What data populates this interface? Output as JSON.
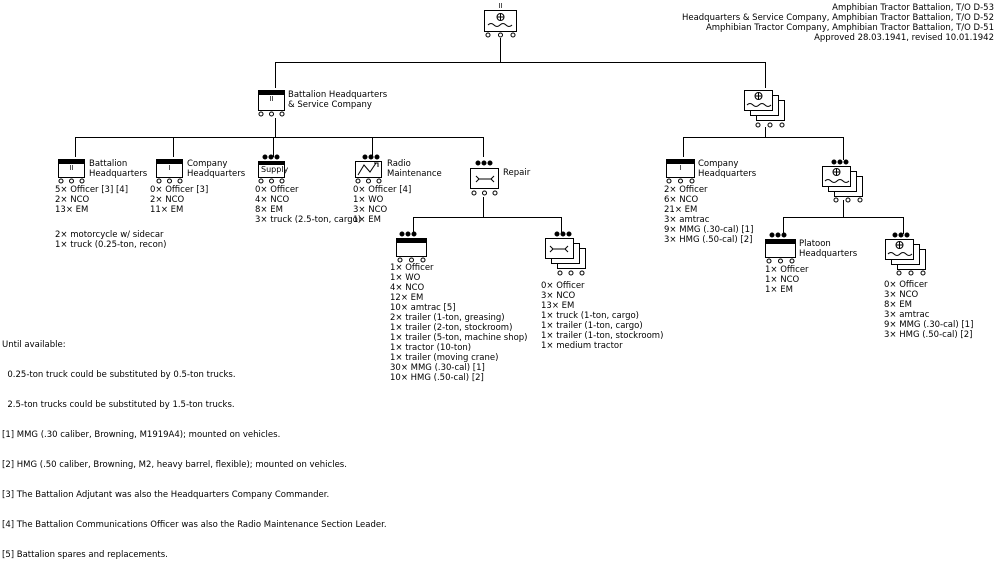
{
  "header": {
    "lines": [
      "Amphibian Tractor Battalion, T/O D-53",
      "Headquarters & Service Company, Amphibian Tractor Battalion, T/O D-52",
      "Amphibian Tractor Company, Amphibian Tractor Battalion, T/O D-51",
      "Approved 28.03.1941, revised 10.01.1942"
    ]
  },
  "units": {
    "bn_hq_svc": {
      "label": [
        "Battalion Headquarters",
        "& Service Company"
      ],
      "size": "II"
    },
    "bn_hq": {
      "label": [
        "Battalion",
        "Headquarters"
      ],
      "size": "II",
      "personnel": [
        "5× Officer [3] [4]",
        "2× NCO",
        "13× EM"
      ],
      "vehicles": [
        "2× motorcycle w/ sidecar",
        "1× truck (0.25-ton, recon)"
      ]
    },
    "co_hq": {
      "label": [
        "Company",
        "Headquarters"
      ],
      "size": "I",
      "personnel": [
        "0× Officer [3]",
        "2× NCO",
        "11× EM"
      ]
    },
    "supply": {
      "label": [
        "Supply"
      ],
      "personnel": [
        "0× Officer",
        "4× NCO",
        "8× EM",
        "3× truck (2.5-ton, cargo)"
      ]
    },
    "radio": {
      "label": [
        "Radio",
        "Maintenance"
      ],
      "personnel": [
        "0× Officer [4]",
        "1× WO",
        "3× NCO",
        "1× EM"
      ]
    },
    "repair": {
      "label": [
        "Repair"
      ]
    },
    "repair_hq": {
      "personnel": [
        "1× Officer",
        "1× WO",
        "4× NCO",
        "12× EM",
        "10× amtrac [5]",
        "2× trailer (1-ton, greasing)",
        "1× trailer (2-ton, stockroom)",
        "1× trailer (5-ton, machine shop)",
        "1× tractor (10-ton)",
        "1× trailer (moving crane)",
        "30× MMG (.30-cal) [1]",
        "10× HMG (.50-cal) [2]"
      ]
    },
    "repair_sec": {
      "personnel": [
        "0× Officer",
        "3× NCO",
        "13× EM",
        "1× truck (1-ton, cargo)",
        "1× trailer (1-ton, cargo)",
        "1× trailer (1-ton, stockroom)",
        "1× medium tractor"
      ]
    },
    "amtrac_co_hq": {
      "label": [
        "Company",
        "Headquarters"
      ],
      "size": "I",
      "personnel": [
        "2× Officer",
        "6× NCO",
        "21× EM",
        "3× amtrac",
        "9× MMG (.30-cal) [1]",
        "3× HMG (.50-cal) [2]"
      ]
    },
    "platoon_hq": {
      "label": [
        "Platoon",
        "Headquarters"
      ],
      "personnel": [
        "1× Officer",
        "1× NCO",
        "1× EM"
      ]
    },
    "platoon_sec": {
      "personnel": [
        "0× Officer",
        "3× NCO",
        "8× EM",
        "3× amtrac",
        "9× MMG (.30-cal) [1]",
        "3× HMG (.50-cal) [2]"
      ]
    },
    "top": {
      "size": "II"
    }
  },
  "footnotes": [
    "Until available:",
    "  0.25-ton truck could be substituted by 0.5-ton trucks.",
    "  2.5-ton trucks could be substituted by 1.5-ton trucks.",
    "[1] MMG (.30 caliber, Browning, M1919A4); mounted on vehicles.",
    "[2] HMG (.50 caliber, Browning, M2, heavy barrel, flexible); mounted on vehicles.",
    "[3] The Battalion Adjutant was also the Headquarters Company Commander.",
    "[4] The Battalion Communications Officer was also the Radio Maintenance Section Leader.",
    "[5] Battalion spares and replacements."
  ]
}
